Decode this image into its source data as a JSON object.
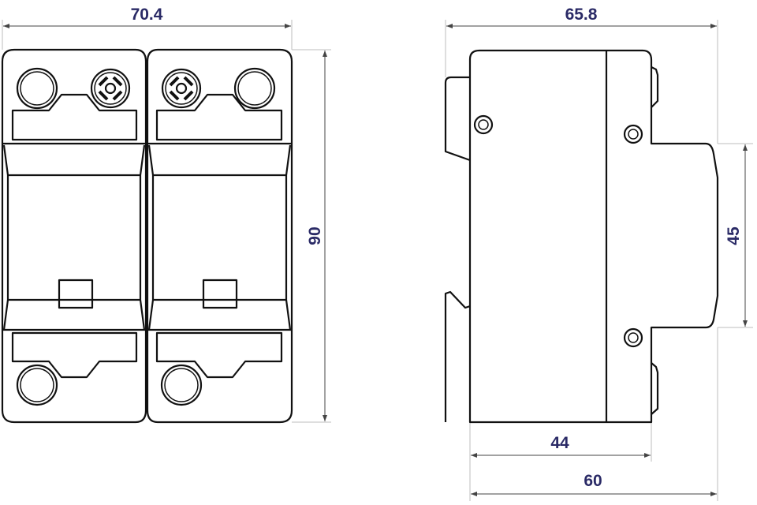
{
  "front_view": {
    "width_label": "70.4",
    "height_label": "90"
  },
  "side_view": {
    "depth_label": "65.8",
    "rail_height_label": "45",
    "body_depth_label": "44",
    "total_depth_label": "60"
  },
  "colors": {
    "dimension_text": "#2a2a66",
    "outline": "#111111"
  }
}
